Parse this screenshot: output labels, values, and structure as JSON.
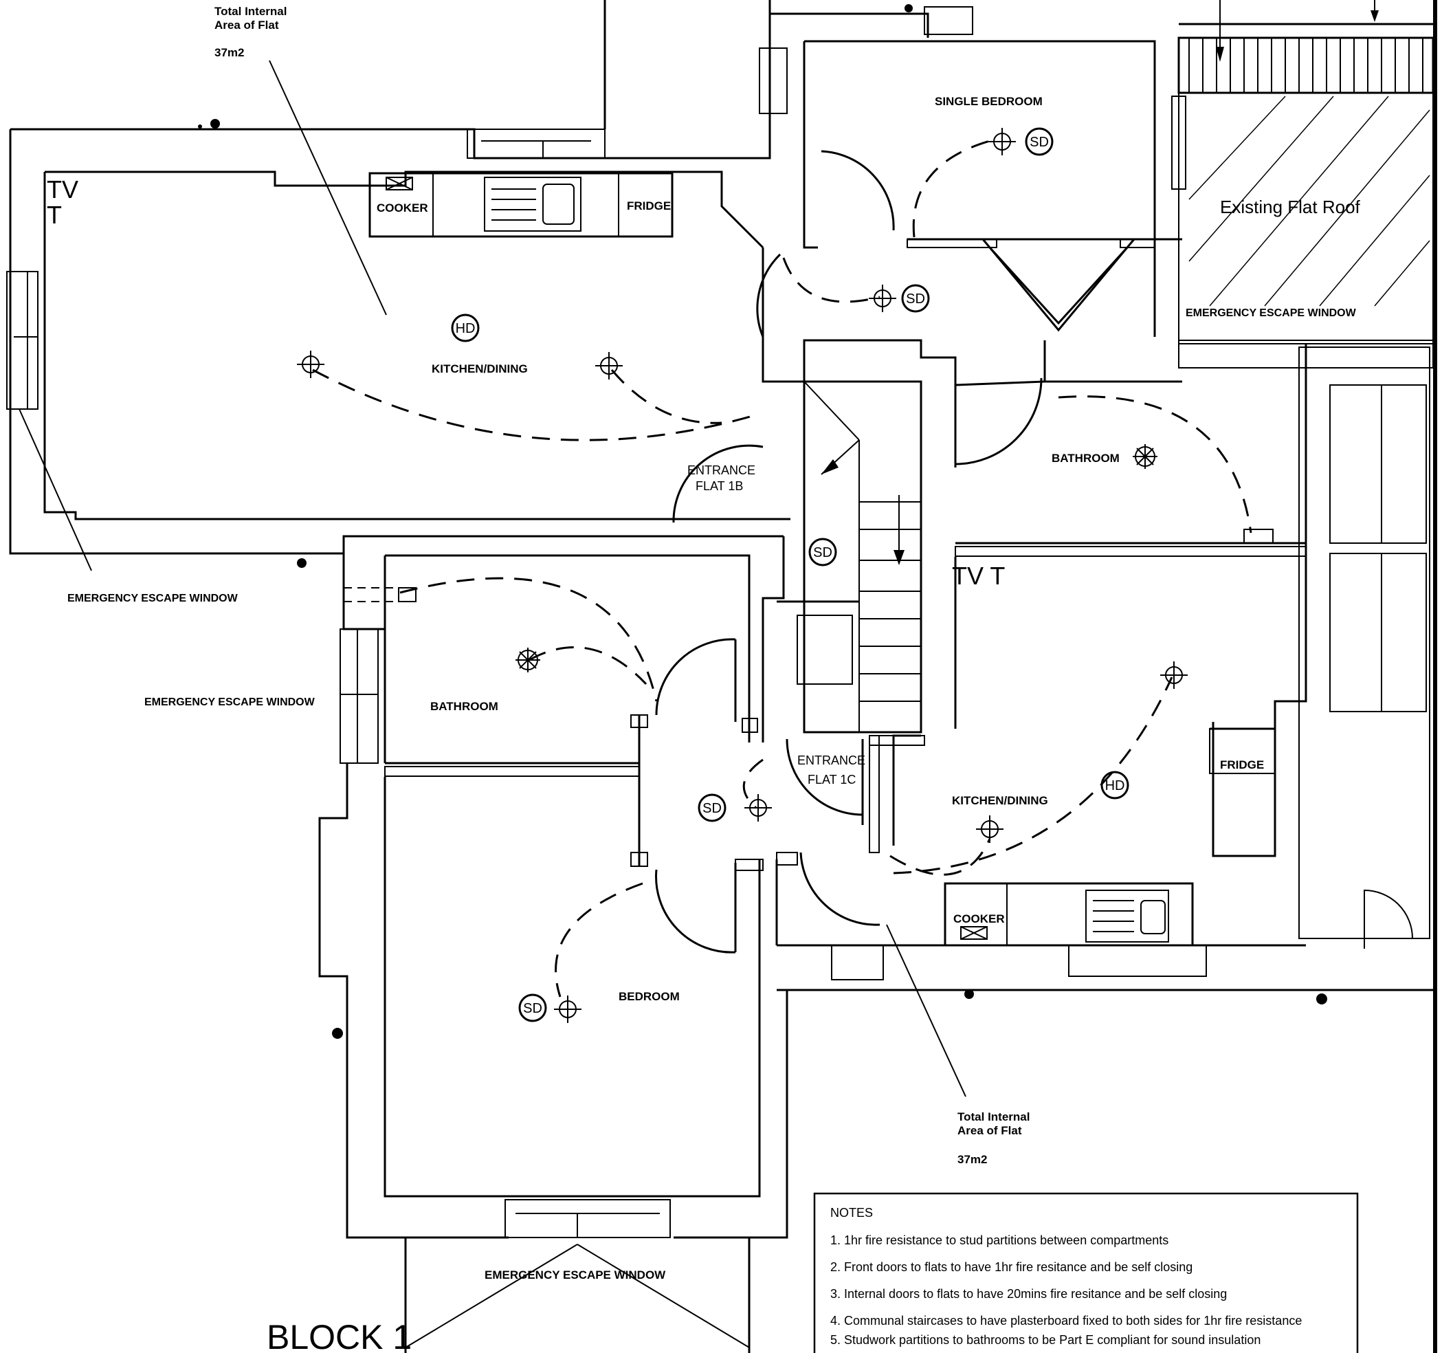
{
  "flat_1b": {
    "area_label": "Total Internal\nArea of Flat",
    "area_label_lines": [
      "Total Internal",
      "Area of Flat"
    ],
    "area_value": "37m2",
    "kitchen": "KITCHEN/DINING",
    "cooker": "COOKER",
    "fridge": "FRIDGE",
    "entrance_lines": [
      "ENTRANCE",
      "FLAT 1B"
    ],
    "escape_window": "EMERGENCY ESCAPE WINDOW",
    "tv": "TV",
    "t": "T"
  },
  "flat_1c": {
    "area_label_lines": [
      "Total Internal",
      "Area of Flat"
    ],
    "area_value": "37m2",
    "kitchen": "KITCHEN/DINING",
    "cooker": "COOKER",
    "fridge": "FRIDGE",
    "bedroom": "BEDROOM",
    "bathroom": "BATHROOM",
    "entrance_lines": [
      "ENTRANCE",
      "FLAT 1C"
    ],
    "escape_window_left": "EMERGENCY ESCAPE WINDOW",
    "escape_window_bottom": "EMERGENCY ESCAPE WINDOW",
    "tv_t": "TV T"
  },
  "upper_right": {
    "single_bedroom": "SINGLE BEDROOM",
    "bathroom": "BATHROOM",
    "flat_roof": "Existing Flat Roof",
    "escape_window": "EMERGENCY ESCAPE WINDOW"
  },
  "symbols": {
    "smoke_detector": "SD",
    "heat_detector": "HD"
  },
  "block_title": "BLOCK 1",
  "notes": {
    "heading": "NOTES",
    "items": [
      "1. 1hr fire resistance to stud partitions between compartments",
      "2. Front doors to flats to have 1hr fire resitance and be self closing",
      "3. Internal doors to flats to have 20mins fire resitance and be self closing",
      "4. Communal staircases to have plasterboard fixed to both sides for 1hr fire resistance",
      "5. Studwork partitions to bathrooms to be Part E compliant for sound insulation"
    ]
  }
}
